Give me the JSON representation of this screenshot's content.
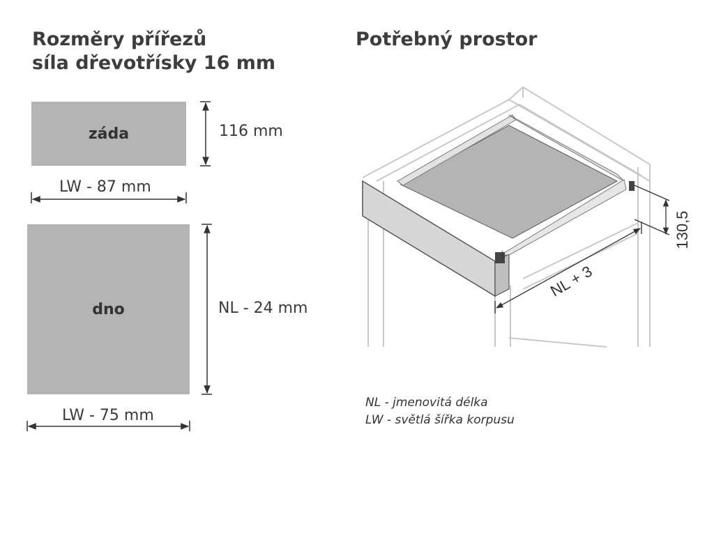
{
  "left_heading": {
    "line1": "Rozměry přířezů",
    "line2": "síla dřevotřísky 16 mm"
  },
  "right_heading": "Potřebný prostor",
  "back_panel": {
    "label": "záda",
    "height_dim": "116 mm",
    "width_dim": "LW - 87 mm"
  },
  "bottom_panel": {
    "label": "dno",
    "height_dim": "NL - 24 mm",
    "width_dim": "LW - 75 mm"
  },
  "drawer": {
    "height_dim": "130,5",
    "length_dim": "NL + 3"
  },
  "legend": {
    "nl": "NL - jmenovitá délka",
    "lw": "LW - světlá šířka korpusu"
  },
  "colors": {
    "panel_fill": "#b4b4b4",
    "line": "#333333",
    "cabinet_line": "#c8c8c8"
  }
}
